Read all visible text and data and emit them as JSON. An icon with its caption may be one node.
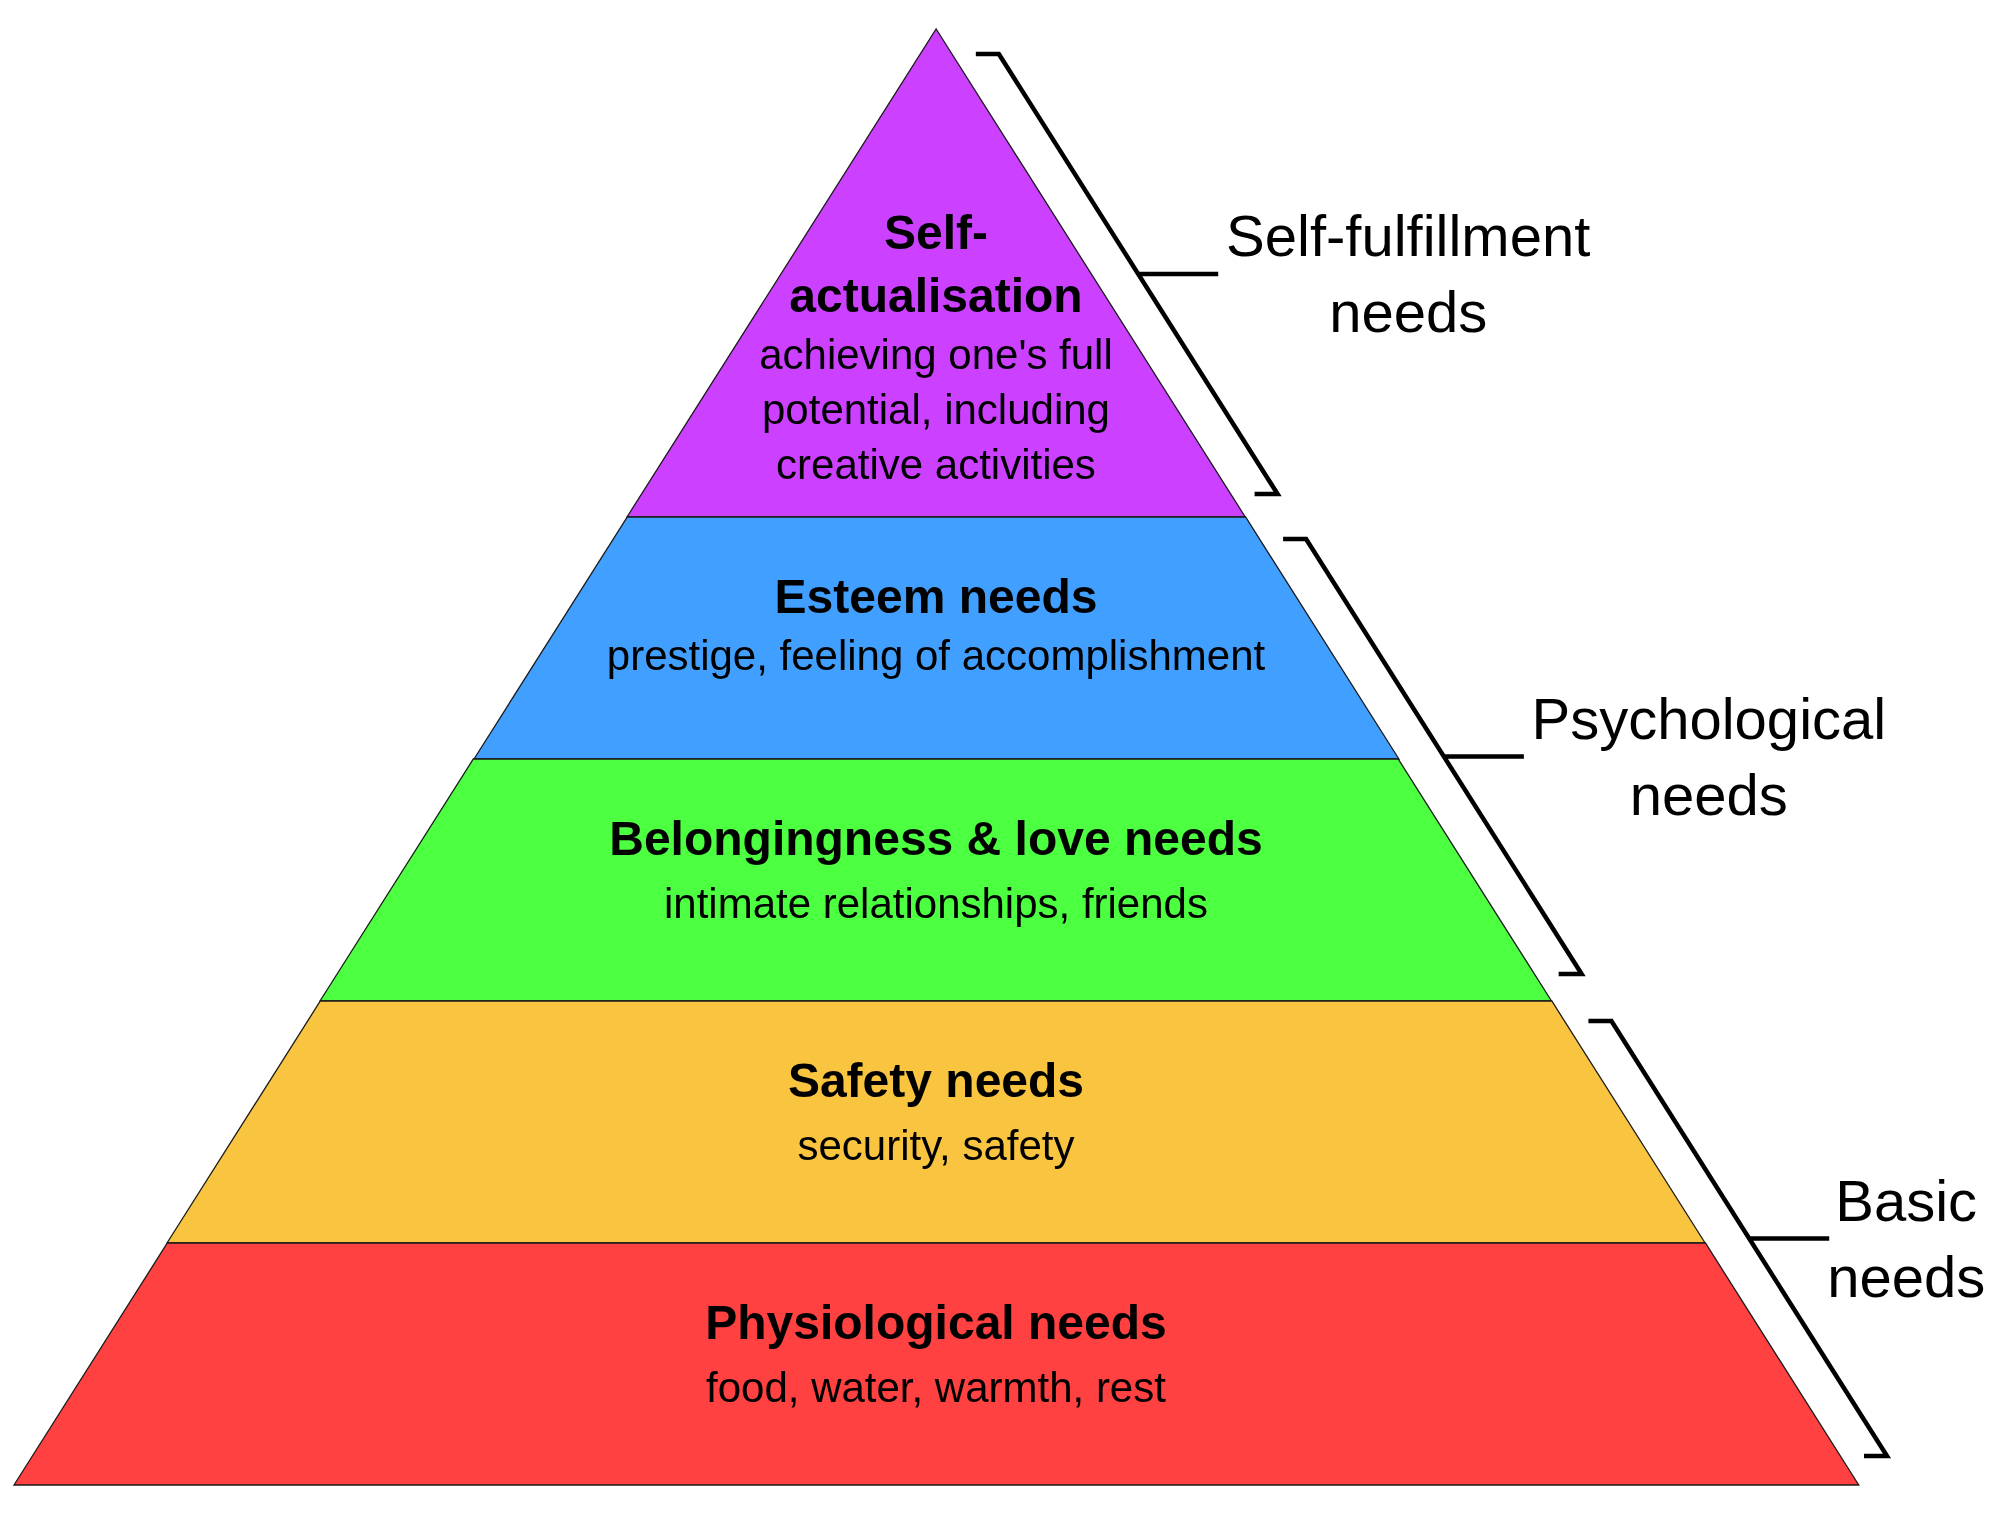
{
  "diagram": {
    "nodes": [
      {
        "text": [
          "Self-actualisation",
          "achieving one's full potential, including creative activities"
        ]
      },
      {
        "text": [
          "Esteem needs",
          "prestige, feeling of accomplishment"
        ]
      },
      {
        "text": [
          "Belongingness & love needs",
          "intimate relationships, friends"
        ]
      },
      {
        "text": [
          "Safety needs",
          "security, safety"
        ]
      },
      {
        "text": [
          "Physiological needs",
          "food, water, warmth, rest"
        ]
      }
    ],
    "labels": [
      "Self-fulfillment needs",
      "Psychological needs",
      "Basic needs"
    ]
  }
}
